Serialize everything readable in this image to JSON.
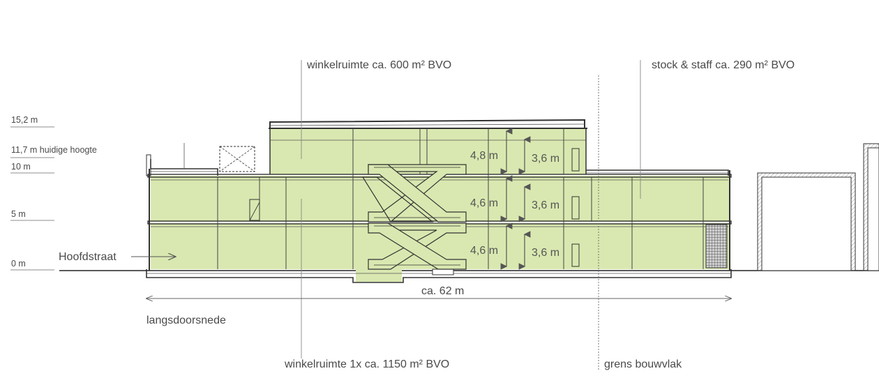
{
  "title": "langsdoorsnede",
  "levels": [
    {
      "label": "15,2 m"
    },
    {
      "label": "11,7 m huidige hoogte"
    },
    {
      "label": "10 m"
    },
    {
      "label": "5 m"
    },
    {
      "label": "0 m"
    }
  ],
  "annotations": {
    "top_retail_label": "winkelruimte ca. 600 m² BVO",
    "stock_label": "stock & staff ca. 290 m² BVO",
    "bottom_retail_label": "winkelruimte 1x ca. 1150 m² BVO",
    "street_label": "Hoofdstraat",
    "boundary_label": "grens bouwvlak",
    "total_length": "ca. 62 m"
  },
  "floor_heights": [
    {
      "gross": "4,8 m",
      "clear": "3,6 m"
    },
    {
      "gross": "4,6 m",
      "clear": "3,6 m"
    },
    {
      "gross": "4,6 m",
      "clear": "3,6 m"
    }
  ],
  "colors": {
    "floor_fill": "#d9e8b0",
    "line": "#333333",
    "text": "#4a4a4a"
  }
}
